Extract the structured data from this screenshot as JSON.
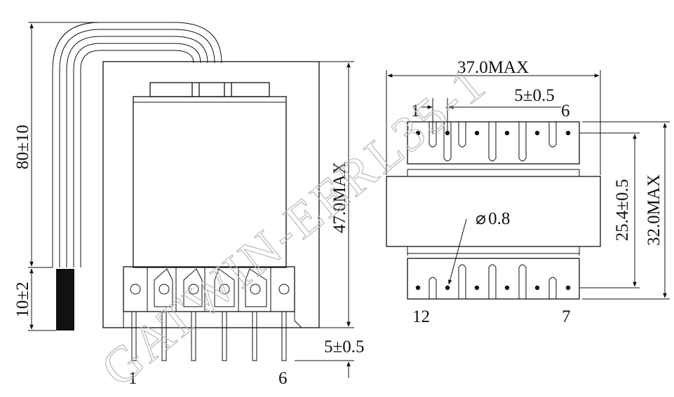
{
  "watermark": "GATWIN-EERL35-1",
  "side_view": {
    "lead_length": "80±10",
    "sleeve_length": "10±2",
    "height": "47.0MAX",
    "pin_length": "5±0.5",
    "pin_first": "1",
    "pin_last": "6"
  },
  "bottom_view": {
    "width": "37.0MAX",
    "pin_pitch": "5±0.5",
    "pin_top_left": "1",
    "pin_top_right": "6",
    "pin_bottom_left": "12",
    "pin_bottom_right": "7",
    "row_spacing": "25.4±0.5",
    "depth": "32.0MAX",
    "pin_diameter": "0.8",
    "diameter_symbol": "⌀"
  }
}
